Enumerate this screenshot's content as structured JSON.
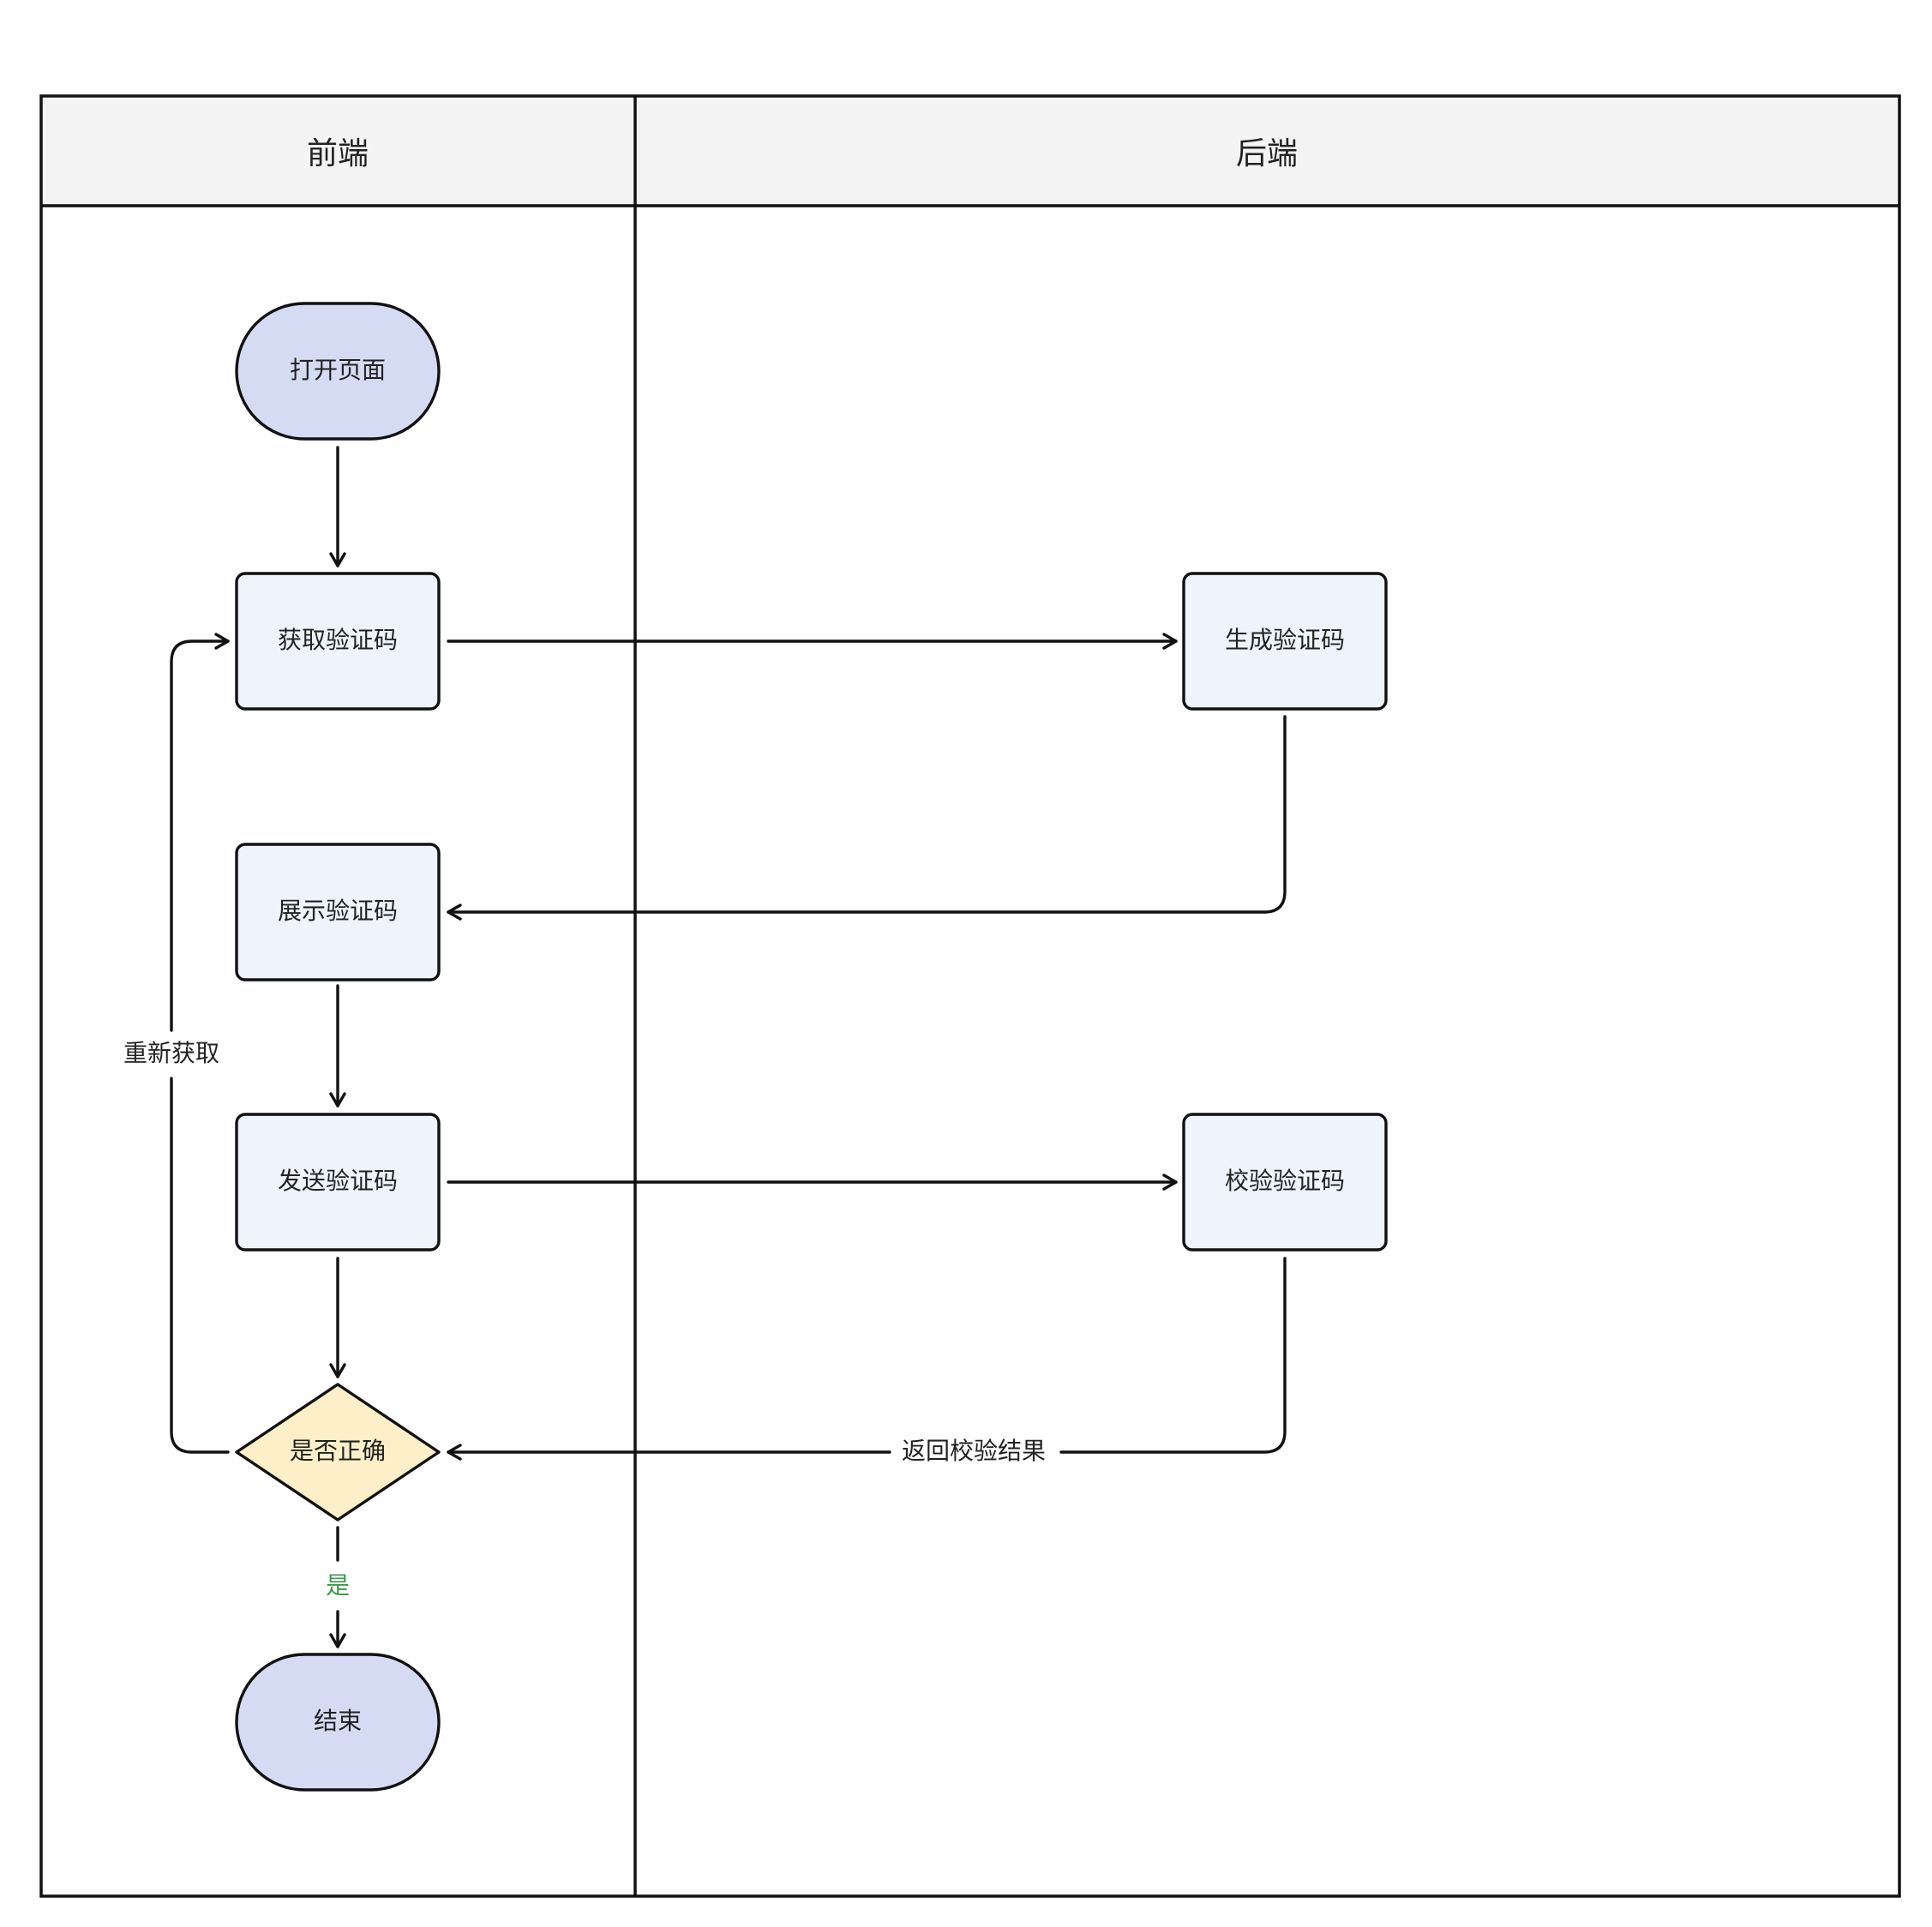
{
  "lanes": {
    "frontend": "前端",
    "backend": "后端"
  },
  "nodes": {
    "open_page": "打开页面",
    "get_code": "获取验证码",
    "generate_code": "生成验证码",
    "show_code": "展示验证码",
    "send_code": "发送验证码",
    "verify_code": "校验验证码",
    "is_correct": "是否正确",
    "end": "结束"
  },
  "edges": {
    "retry": "重新获取",
    "return_result": "返回校验结果",
    "yes": "是"
  },
  "colors": {
    "header_bg": "#f4f4f4",
    "terminal_fill": "#d6dbf4",
    "process_fill": "#eef3fc",
    "decision_fill": "#fdf0c8",
    "stroke": "#111111",
    "yes_label": "#3a9a4a"
  }
}
